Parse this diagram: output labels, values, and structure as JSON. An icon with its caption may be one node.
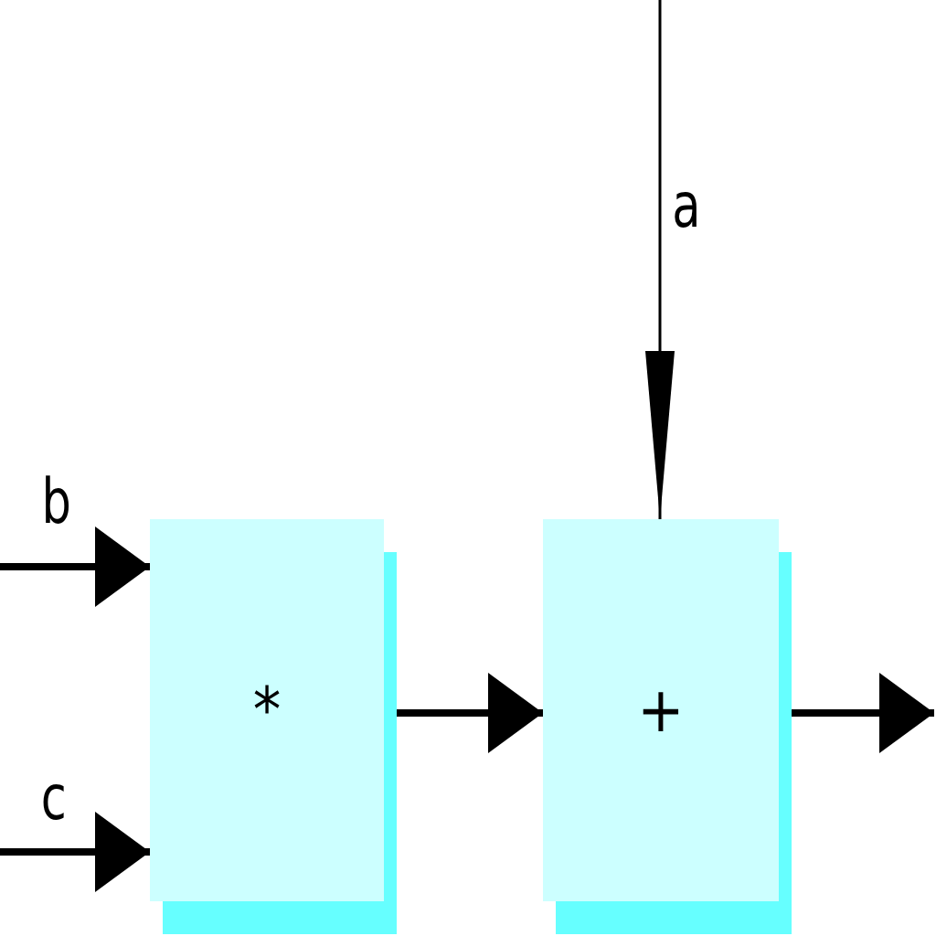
{
  "diagram": {
    "nodes": [
      {
        "text": [
          "*"
        ]
      },
      {
        "text": [
          "+"
        ]
      }
    ],
    "edges": [
      {
        "from": null,
        "to": 0,
        "arrow": "to",
        "label": "b"
      },
      {
        "from": null,
        "to": 0,
        "arrow": "to",
        "label": "c"
      },
      {
        "from": 0,
        "to": 1,
        "arrow": "to"
      },
      {
        "from": null,
        "to": 1,
        "arrow": "to",
        "label": "a"
      },
      {
        "from": 1,
        "to": null,
        "arrow": "to"
      }
    ]
  }
}
